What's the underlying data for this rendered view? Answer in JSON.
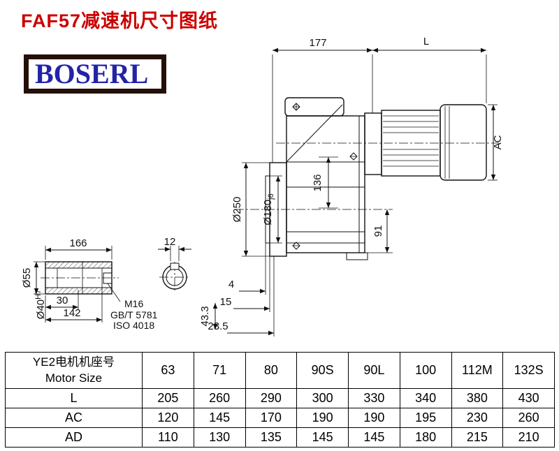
{
  "page": {
    "title": "FAF57减速机尺寸图纸",
    "brand": "BOSERL"
  },
  "colors": {
    "title_red": "#cc0000",
    "brand_blue": "#2323a8",
    "brand_border": "#241007",
    "line": "#111111"
  },
  "drawing": {
    "dims": {
      "len_177": "177",
      "len_L": "L",
      "ac": "AC",
      "len_136": "136",
      "dia_250": "Ø250",
      "dia_180": "Ø180",
      "tol_j6": "j6",
      "len_91": "91",
      "off_4": "4",
      "off_15": "15",
      "off_23_5": "23.5",
      "len_43_3": "43.3",
      "len_166": "166",
      "key_12": "12",
      "len_30": "30",
      "len_142": "142",
      "dia_55": "Ø55",
      "dia_40": "Ø40",
      "tol_h7": "H7",
      "thread": "M16",
      "std_gb": "GB/T 5781",
      "std_iso": "ISO 4018"
    }
  },
  "table": {
    "header": {
      "label_cn": "YE2电机机座号",
      "label_en": "Motor Size",
      "values": [
        "63",
        "71",
        "80",
        "90S",
        "90L",
        "100",
        "112M",
        "132S"
      ]
    },
    "rows": [
      {
        "label": "L",
        "values": [
          "205",
          "260",
          "290",
          "300",
          "330",
          "340",
          "380",
          "430"
        ]
      },
      {
        "label": "AC",
        "values": [
          "120",
          "145",
          "170",
          "190",
          "190",
          "195",
          "230",
          "260"
        ]
      },
      {
        "label": "AD",
        "values": [
          "110",
          "130",
          "135",
          "145",
          "145",
          "180",
          "215",
          "210"
        ]
      }
    ]
  }
}
